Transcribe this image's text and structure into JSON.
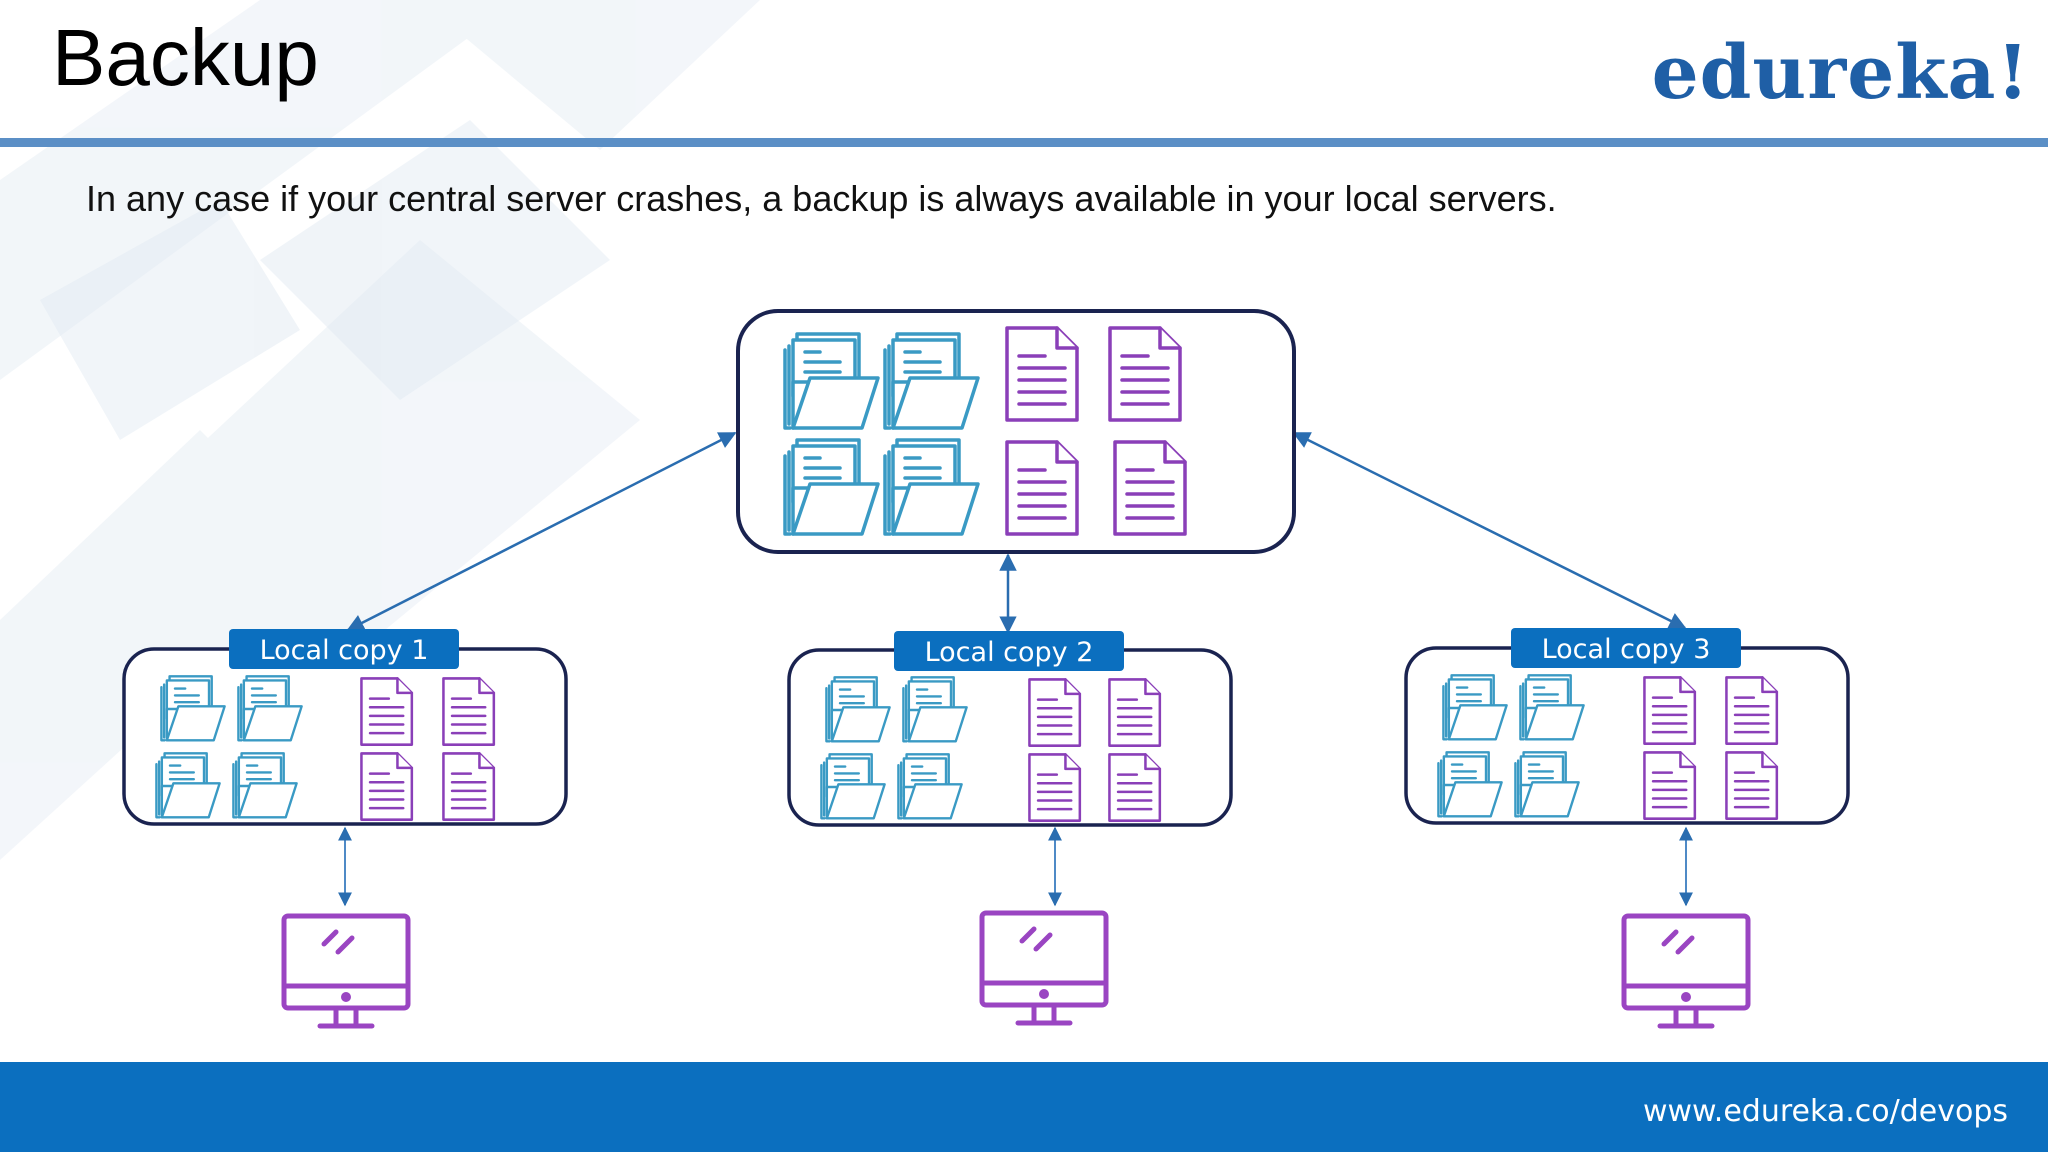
{
  "slide": {
    "title": "Backup",
    "logo": "edureka!",
    "subtitle": "In any case if your central server crashes, a backup is always available in your local servers.",
    "footer_url": "www.edureka.co/devops"
  },
  "diagram": {
    "central_server": {
      "folders": 4,
      "documents": 4
    },
    "local_copies": [
      {
        "label": "Local copy 1",
        "folders": 4,
        "documents": 4
      },
      {
        "label": "Local copy 2",
        "folders": 4,
        "documents": 4
      },
      {
        "label": "Local copy 3",
        "folders": 4,
        "documents": 4
      }
    ],
    "computers": 3
  },
  "colors": {
    "title_rule": "#5b8fc6",
    "logo": "#1f5fa6",
    "footer": "#0b6fbf",
    "box_border": "#1a2350",
    "folder_icon": "#3a9ac4",
    "document_icon": "#8a3fb8",
    "computer_icon": "#9a45c2",
    "connector": "#2a6db0",
    "label_bg": "#0b6fbf"
  }
}
